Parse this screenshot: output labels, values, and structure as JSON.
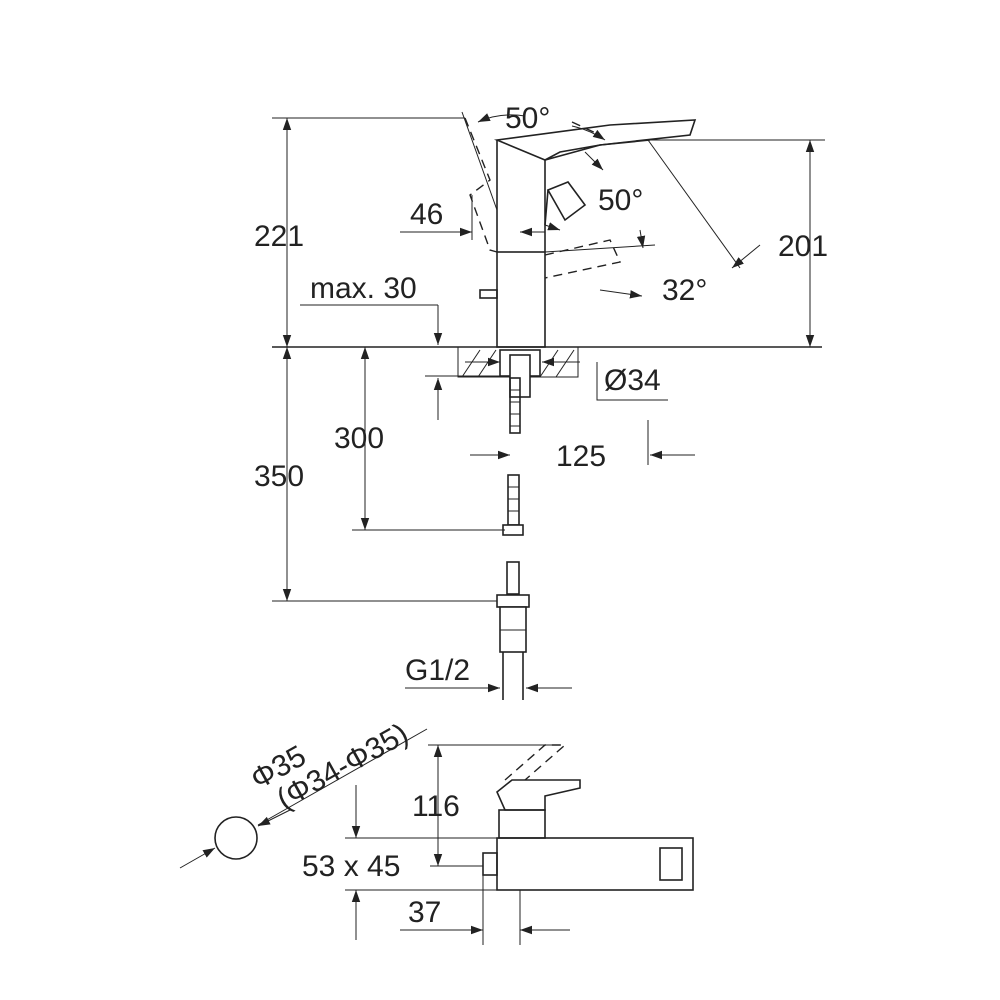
{
  "labels": {
    "angle_top": "50°",
    "angle_right": "50°",
    "angle_lower": "32°",
    "height_total": "221",
    "height_spout": "201",
    "offset_46": "46",
    "max_30": "max. 30",
    "hole_dia": "Ø34",
    "depth_300": "300",
    "length_350": "350",
    "reach_125": "125",
    "thread": "G1/2",
    "hole_35": "Φ35",
    "hole_range": "(Φ34-Φ35)",
    "height_116": "116",
    "base_53x45": "53 x 45",
    "width_37": "37"
  }
}
